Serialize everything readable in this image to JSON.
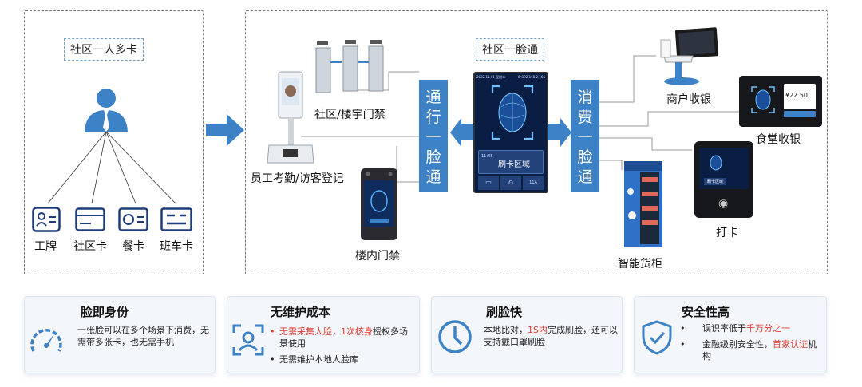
{
  "left_panel": {
    "title": "社区一人多卡",
    "cards": [
      {
        "label": "工牌",
        "icon": "badge-icon"
      },
      {
        "label": "社区卡",
        "icon": "community-card-icon"
      },
      {
        "label": "餐卡",
        "icon": "meal-card-icon"
      },
      {
        "label": "班车卡",
        "icon": "bus-card-icon"
      }
    ]
  },
  "right_panel": {
    "title": "社区一脸通",
    "pass_bar": [
      "通",
      "行",
      "一",
      "脸",
      "通"
    ],
    "consume_bar": [
      "消",
      "费",
      "一",
      "脸",
      "通"
    ],
    "center_screen": {
      "status_left": "2022.11.01 星期二",
      "status_right": "IP:192.168.2.166",
      "button": "刷卡区域",
      "small_text": "11:45",
      "bottom_text": "11A"
    },
    "devices_left": [
      {
        "label": "社区/楼宇门禁"
      },
      {
        "label": "员工考勤/访客登记"
      },
      {
        "label": "楼内门禁"
      }
    ],
    "devices_right": [
      {
        "label": "商户收银"
      },
      {
        "label": "食堂收银",
        "amount": "¥22.50"
      },
      {
        "label": "打卡",
        "button": "刷卡区域"
      },
      {
        "label": "智能货柜"
      }
    ]
  },
  "features": [
    {
      "title": "脸即身份",
      "icon": "speedometer-icon",
      "text": "一张脸可以在多个场景下消费，无需带多张卡，也无需手机"
    },
    {
      "title": "无维护成本",
      "icon": "face-scan-icon",
      "items": [
        {
          "parts": [
            {
              "t": "无需采集人脸",
              "red": true
            },
            {
              "t": "，",
              "red": false
            },
            {
              "t": "1次核身",
              "red": true
            },
            {
              "t": "授权多场景使用",
              "red": false
            }
          ]
        },
        {
          "parts": [
            {
              "t": "无需维护本地人脸库",
              "red": false
            }
          ]
        }
      ]
    },
    {
      "title": "刷脸快",
      "icon": "clock-icon",
      "parts": [
        {
          "t": "本地比对，",
          "red": false
        },
        {
          "t": "1S内",
          "red": true
        },
        {
          "t": "完成刷脸，还可以支持戴口罩刷脸",
          "red": false
        }
      ]
    },
    {
      "title": "安全性高",
      "icon": "shield-check-icon",
      "items": [
        {
          "parts": [
            {
              "t": "误识率低于",
              "red": false
            },
            {
              "t": "千万分之一",
              "red": true
            }
          ]
        },
        {
          "parts": [
            {
              "t": "金融级别安全性，",
              "red": false
            },
            {
              "t": "首家认证",
              "red": true
            },
            {
              "t": "机构",
              "red": false
            }
          ]
        }
      ]
    }
  ],
  "colors": {
    "accent": "#3d82c6",
    "red": "#e23b2e",
    "navy": "#1f3d7a"
  }
}
